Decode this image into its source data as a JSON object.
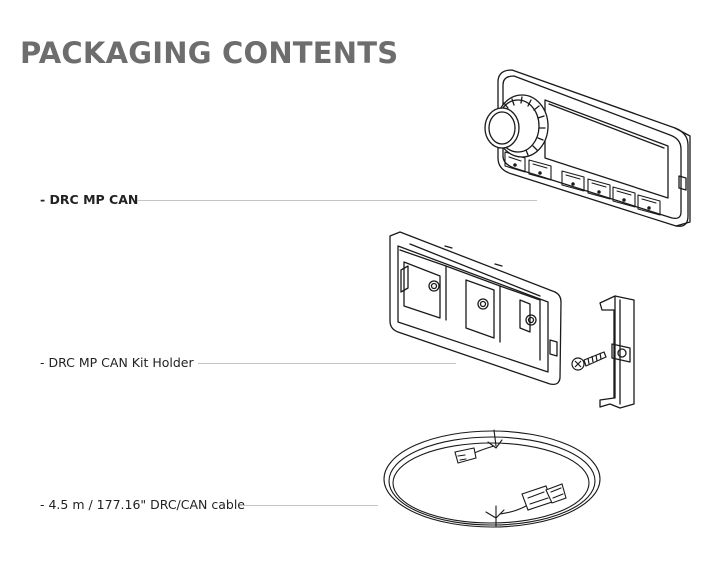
{
  "page": {
    "title": "PACKAGING CONTENTS"
  },
  "items": [
    {
      "label": "- DRC MP CAN",
      "bold": true,
      "illustration": "drc-remote-control"
    },
    {
      "label": "- DRC MP CAN Kit Holder",
      "bold": false,
      "illustration": "kit-holder-with-bracket-and-screw"
    },
    {
      "label": "- 4.5 m / 177.16\" DRC/CAN cable",
      "bold": false,
      "illustration": "coiled-cable"
    }
  ],
  "colors": {
    "title": "#6d6d6d",
    "text": "#222222",
    "leader_line": "#c4c4c4",
    "line_art": "#1a1a1a"
  }
}
